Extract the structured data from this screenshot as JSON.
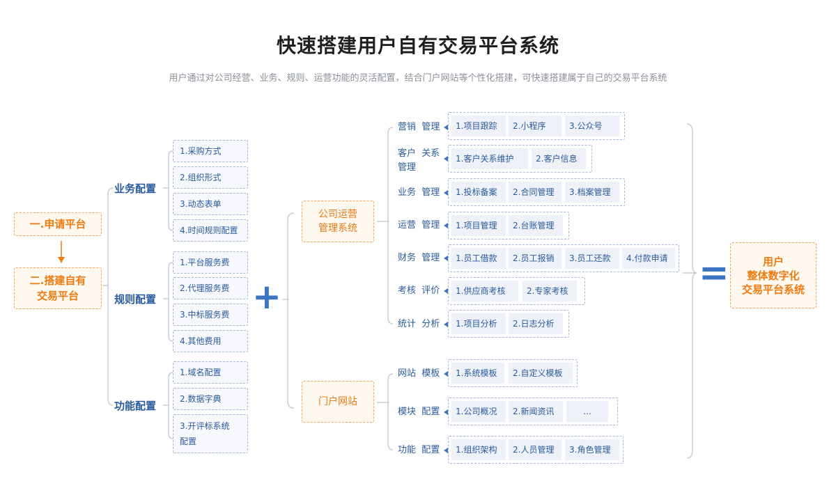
{
  "header": {
    "title": "快速搭建用户自有交易平台系统",
    "subtitle": "用户通过对公司经营、业务、规则、运营功能的灵活配置，结合门户网站等个性化搭建，可快速搭建属于自己的交易平台系统"
  },
  "steps": {
    "step1": "一.申请平台",
    "step2": "二.搭建自有\n交易平台"
  },
  "config": {
    "business": {
      "label": "业务配置",
      "items": [
        "1.采购方式",
        "2.组织形式",
        "3.动态表单",
        "4.时间规则配置"
      ]
    },
    "rules": {
      "label": "规则配置",
      "items": [
        "1.平台服务费",
        "2.代理服务费",
        "3.中标服务费",
        "4.其他费用"
      ]
    },
    "function": {
      "label": "功能配置",
      "items": [
        "1.域名配置",
        "2.数据字典",
        "3.开评标系统\n配置"
      ]
    }
  },
  "symbols": {
    "plus": "+",
    "equals": "="
  },
  "middle": {
    "operations": "公司运营\n管理系统",
    "portal": "门户网站"
  },
  "operations_rows": [
    {
      "label": "营销  管理",
      "chips": [
        "1.项目跟踪",
        "2.小程序",
        "3.公众号"
      ]
    },
    {
      "label": "客户  关系\n管理",
      "chips": [
        "1.客户关系维护",
        "2.客户信息"
      ]
    },
    {
      "label": "业务  管理",
      "chips": [
        "1.投标备案",
        "2.合同管理",
        "3.档案管理"
      ]
    },
    {
      "label": "运营  管理",
      "chips": [
        "1.项目管理",
        "2.台账管理"
      ]
    },
    {
      "label": "财务  管理",
      "chips": [
        "1.员工借款",
        "2.员工报销",
        "3.员工还款",
        "4.付款申请"
      ]
    },
    {
      "label": "考核  评价",
      "chips": [
        "1.供应商考核",
        "2.专家考核"
      ]
    },
    {
      "label": "统计  分析",
      "chips": [
        "1.项目分析",
        "2.日志分析"
      ]
    }
  ],
  "portal_rows": [
    {
      "label": "网站  模板",
      "chips": [
        "1.系统模板",
        "2.自定义模板"
      ]
    },
    {
      "label": "模块  配置",
      "chips": [
        "1.公司概况",
        "2.新闻资讯",
        "..."
      ]
    },
    {
      "label": "功能  配置",
      "chips": [
        "1.组织架构",
        "2.人员管理",
        "3.角色管理"
      ]
    }
  ],
  "result": "用户\n整体数字化\n交易平台系统",
  "colors": {
    "orange": "#ee7a12",
    "blue": "#2b5a9c",
    "accent_blue": "#3a74c2",
    "line": "#c8ccd2"
  }
}
